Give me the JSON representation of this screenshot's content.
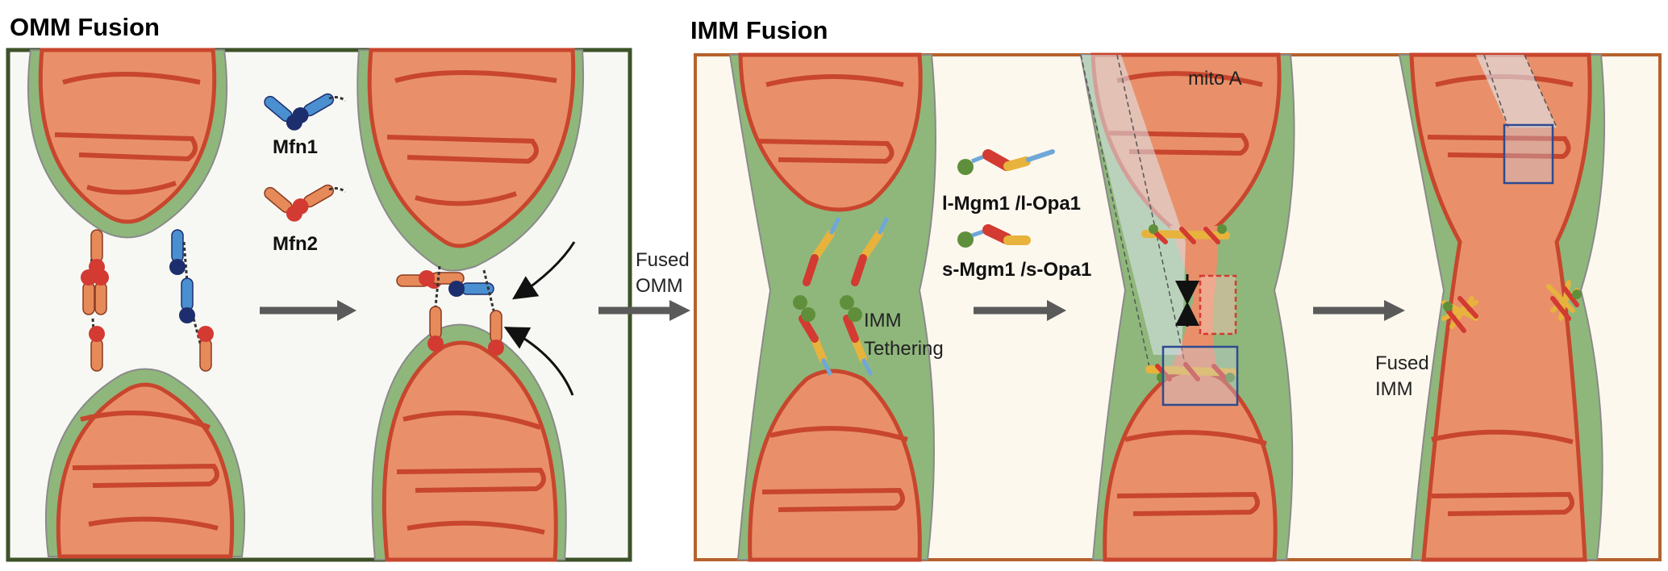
{
  "panels": {
    "omm": {
      "title": "OMM Fusion"
    },
    "imm": {
      "title": "IMM Fusion"
    }
  },
  "legend": {
    "mfn1": "Mfn1",
    "mfn2": "Mfn2",
    "long_form": "l-Mgm1 /l-Opa1",
    "short_form": "s-Mgm1 /s-Opa1"
  },
  "labels": {
    "fused_omm_line1": "Fused",
    "fused_omm_line2": "OMM",
    "imm_tethering_line1": "IMM",
    "imm_tethering_line2": "Tethering",
    "mito_a": "mito A",
    "fused_imm_line1": "Fused",
    "fused_imm_line2": "IMM"
  },
  "colors": {
    "omm_border": "#3e5229",
    "imm_border": "#b5622c",
    "cytosol_omm": "#f7f8f3",
    "cytosol_imm": "#fdf8ee",
    "ims_green": "#8fb77b",
    "matrix_orange": "#e9906a",
    "membrane_red": "#c8462d",
    "mfn1_blue": "#4a8fd0",
    "mfn2_red": "#d23a32",
    "gtpase_navy": "#1d2e6e",
    "opa_yellow": "#e7b33c",
    "arrow_gray": "#5a5a5a"
  }
}
